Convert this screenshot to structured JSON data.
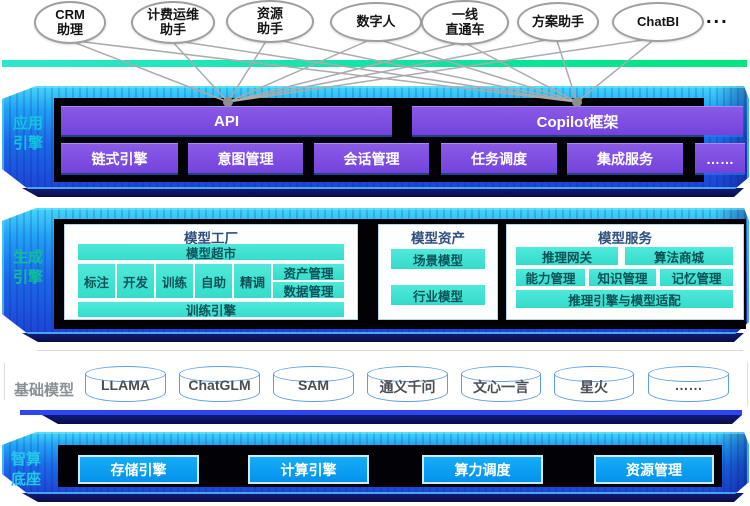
{
  "header": {
    "apps": [
      "CRM\n助理",
      "计费运维\n助手",
      "资源\n助手",
      "数字人",
      "一线\n直通车",
      "方案助手",
      "ChatBI"
    ],
    "more": "..."
  },
  "app_engine": {
    "label": "应用\n引擎",
    "api": "API",
    "copilot": "Copilot框架",
    "services": [
      "链式引擎",
      "意图管理",
      "会话管理",
      "任务调度",
      "集成服务",
      "……"
    ]
  },
  "gen_engine": {
    "label": "生成\n引擎",
    "factory": {
      "title": "模型工厂",
      "market": "模型超市",
      "steps": [
        "标注",
        "开发",
        "训练",
        "自助",
        "精调"
      ],
      "asset_mgmt": "资产管理",
      "data_mgmt": "数据管理",
      "engine": "训练引擎"
    },
    "assets": {
      "title": "模型资产",
      "scene": "场景模型",
      "industry": "行业模型"
    },
    "services": {
      "title": "模型服务",
      "gateway": "推理网关",
      "algo_market": "算法商城",
      "capability": "能力管理",
      "knowledge": "知识管理",
      "memory": "记忆管理",
      "adapter": "推理引擎与模型适配"
    }
  },
  "base_models": {
    "label": "基础模型",
    "models": [
      "LLAMA",
      "ChatGLM",
      "SAM",
      "通义千问",
      "文心一言",
      "星火",
      "……"
    ]
  },
  "compute": {
    "label": "智算\n底座",
    "items": [
      "存储引擎",
      "计算引擎",
      "算力调度",
      "资源管理"
    ]
  },
  "colors": {
    "slab_blue_top": "#45d6fa",
    "slab_blue_bottom": "#1c44d6",
    "accent_purple": "#7443dc",
    "cyan_box": "#35dccb",
    "bright_blue_box": "#0490ec",
    "divider_green": "#0ce4a4",
    "connector_gray": "#ababab",
    "label_app_engine": "#12c4de",
    "label_gen_engine": "#0fbf9a",
    "label_compute": "#25c9e8",
    "label_base_models": "#8b9096"
  }
}
